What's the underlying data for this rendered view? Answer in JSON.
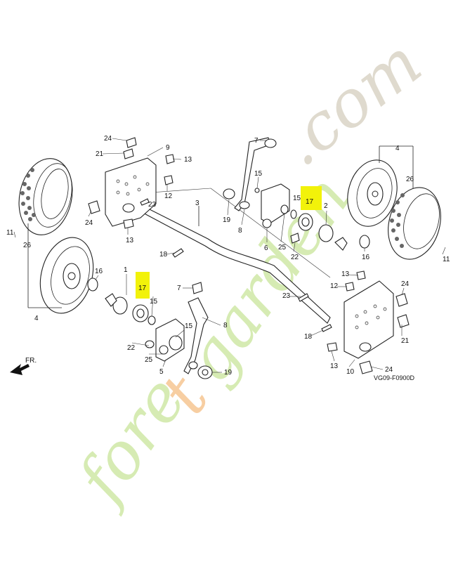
{
  "diagram": {
    "drawing_code": "VG09-F0900D",
    "front_arrow_label": "FR.",
    "highlighted_part": "17",
    "callouts": {
      "c24a": "24",
      "c9": "9",
      "c21a": "21",
      "c13a": "13",
      "c12a": "12",
      "c7a": "7",
      "c15a": "15",
      "c4a": "4",
      "c26a": "26",
      "c3": "3",
      "c23a": "23",
      "c24b": "24",
      "c13b": "13",
      "c11a": "11",
      "c26b": "26",
      "c19a": "19",
      "c8a": "8",
      "c15b": "15",
      "c17a": "17",
      "c2": "2",
      "c25a": "25",
      "c6": "6",
      "c22a": "22",
      "c16a": "16",
      "c11b": "11",
      "c18a": "18",
      "c1": "1",
      "c16b": "16",
      "c17b": "17",
      "c15c": "15",
      "c4b": "4",
      "c7b": "7",
      "c23b": "23",
      "c13c": "13",
      "c12b": "12",
      "c24c": "24",
      "c15d": "15",
      "c8b": "8",
      "c18b": "18",
      "c21b": "21",
      "c22b": "22",
      "c25b": "25",
      "c5": "5",
      "c19b": "19",
      "c13d": "13",
      "c10": "10",
      "c24d": "24"
    },
    "watermark": {
      "brand": "foretgarden",
      "part1": "fore",
      "part2": "t",
      "part3": "garden",
      "tld": ".com",
      "colors": {
        "green": "#c9e59a",
        "orange": "#f6c38b",
        "gray": "#d8d2c2"
      }
    },
    "colors": {
      "highlight": "#f2f20a",
      "line": "#222222"
    }
  }
}
